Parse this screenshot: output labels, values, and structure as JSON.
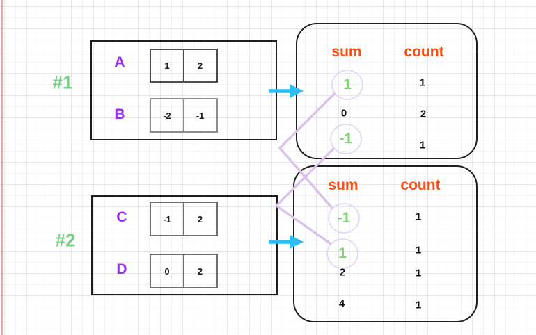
{
  "colors": {
    "group_label_green": "#74d183",
    "array_name_purple": "#9b2cf5",
    "header_orange": "#ff4e11",
    "arrow_cyan": "#2bbdf4",
    "connector_lavender": "#d9c3ea",
    "highlight_green": "#7ed36e"
  },
  "groups": [
    {
      "id": "#1",
      "arrays": [
        {
          "name": "A",
          "cells": [
            "1",
            "2"
          ]
        },
        {
          "name": "B",
          "cells": [
            "-2",
            "-1"
          ]
        }
      ],
      "table": {
        "sum_header": "sum",
        "count_header": "count",
        "rows": [
          {
            "sum": "1",
            "count": "1",
            "highlighted": true
          },
          {
            "sum": "0",
            "count": "2",
            "highlighted": false
          },
          {
            "sum": "-1",
            "count": "1",
            "highlighted": true
          }
        ]
      }
    },
    {
      "id": "#2",
      "arrays": [
        {
          "name": "C",
          "cells": [
            "-1",
            "2"
          ]
        },
        {
          "name": "D",
          "cells": [
            "0",
            "2"
          ]
        }
      ],
      "table": {
        "sum_header": "sum",
        "count_header": "count",
        "rows": [
          {
            "sum": "-1",
            "count": "1",
            "highlighted": true
          },
          {
            "sum": "1",
            "count": "1",
            "highlighted": true
          },
          {
            "sum": "2",
            "count": "1",
            "highlighted": false
          },
          {
            "sum": "4",
            "count": "1",
            "highlighted": false
          }
        ]
      }
    }
  ]
}
